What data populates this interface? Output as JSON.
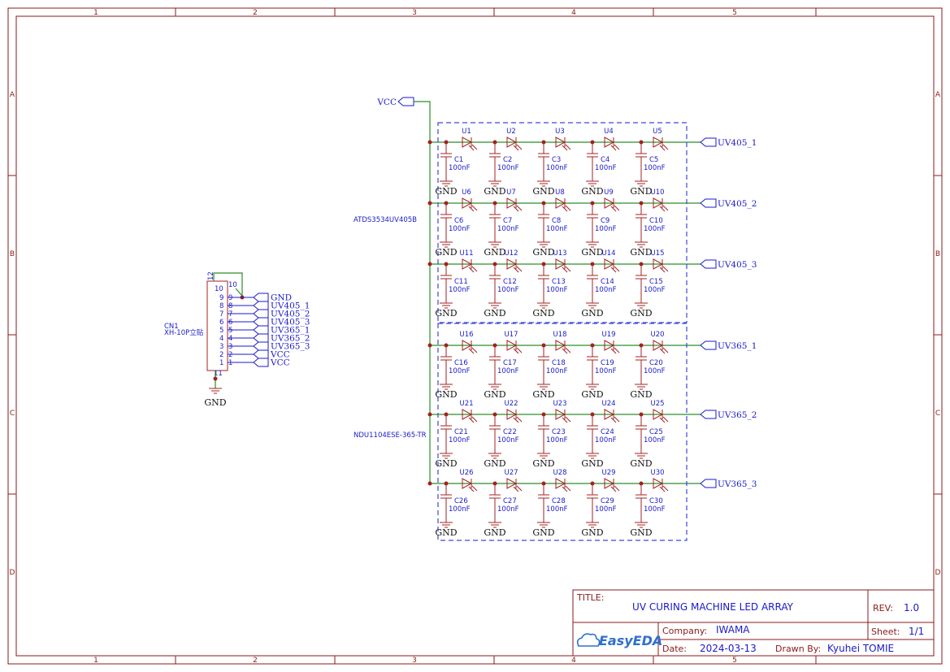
{
  "zones": {
    "columns": [
      "1",
      "2",
      "3",
      "4",
      "5"
    ],
    "rows": [
      "A",
      "B",
      "C",
      "D"
    ]
  },
  "connector": {
    "ref": "CN1",
    "part": "XH-10P立贴",
    "pins_top": [
      "12",
      "10",
      "9"
    ],
    "pin_numbers": [
      "9",
      "8",
      "7",
      "6",
      "5",
      "4",
      "3",
      "2",
      "1"
    ],
    "pin_inner": [
      "9",
      "8",
      "7",
      "6",
      "5",
      "4",
      "3",
      "2",
      "1"
    ],
    "pin10": "10",
    "pin11": "11",
    "nets": [
      "GND",
      "UV405_1",
      "UV405_2",
      "UV405_3",
      "UV365_1",
      "UV365_2",
      "UV365_3",
      "VCC",
      "VCC"
    ],
    "gnd": "GND"
  },
  "vcc_label": "VCC",
  "groups": [
    {
      "part": "ATDS3534UV405B",
      "rows": [
        {
          "net": "UV405_1",
          "leds": [
            "U1",
            "U2",
            "U3",
            "U4",
            "U5"
          ],
          "caps": [
            "C1",
            "C2",
            "C3",
            "C4",
            "C5"
          ]
        },
        {
          "net": "UV405_2",
          "leds": [
            "U6",
            "U7",
            "U8",
            "U9",
            "U10"
          ],
          "caps": [
            "C6",
            "C7",
            "C8",
            "C9",
            "C10"
          ]
        },
        {
          "net": "UV405_3",
          "leds": [
            "U11",
            "U12",
            "U13",
            "U14",
            "U15"
          ],
          "caps": [
            "C11",
            "C12",
            "C13",
            "C14",
            "C15"
          ]
        }
      ]
    },
    {
      "part": "NDU1104ESE-365-TR",
      "rows": [
        {
          "net": "UV365_1",
          "leds": [
            "U16",
            "U17",
            "U18",
            "U19",
            "U20"
          ],
          "caps": [
            "C16",
            "C17",
            "C18",
            "C19",
            "C20"
          ]
        },
        {
          "net": "UV365_2",
          "leds": [
            "U21",
            "U22",
            "U23",
            "U24",
            "U25"
          ],
          "caps": [
            "C21",
            "C22",
            "C23",
            "C24",
            "C25"
          ]
        },
        {
          "net": "UV365_3",
          "leds": [
            "U26",
            "U27",
            "U28",
            "U29",
            "U30"
          ],
          "caps": [
            "C26",
            "C27",
            "C28",
            "C29",
            "C30"
          ]
        }
      ]
    }
  ],
  "cap_value": "100nF",
  "gnd_label": "GND",
  "title_block": {
    "title_label": "TITLE:",
    "title": "UV CURING MACHINE LED ARRAY",
    "rev_label": "REV:",
    "rev": "1.0",
    "company_label": "Company:",
    "company": "IWAMA",
    "sheet_label": "Sheet:",
    "sheet": "1/1",
    "date_label": "Date:",
    "date": "2024-03-13",
    "drawn_label": "Drawn By:",
    "drawn": "Kyuhei TOMIE",
    "logo": "EasyEDA"
  },
  "colors": {
    "frame": "#8b1a1a",
    "wire": "#2a8f2a",
    "component": "#a52020",
    "text": "#1a1acc",
    "box": "#3b48e0"
  }
}
